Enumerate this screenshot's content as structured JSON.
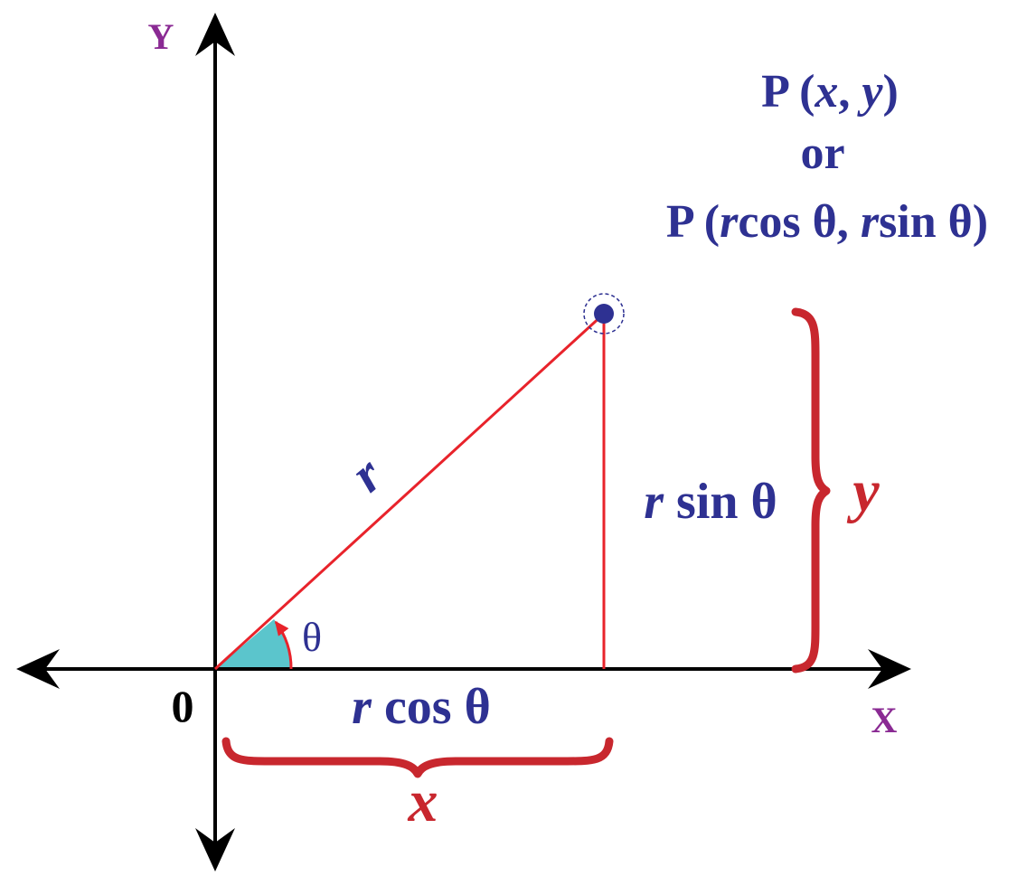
{
  "colors": {
    "axis": "#000000",
    "line": "#e8232b",
    "brace": "#c8272e",
    "navy": "#2e3192",
    "purple": "#8a2a93",
    "angle_fill": "#5bc5cc"
  },
  "labels": {
    "y_axis": "Y",
    "x_axis": "X",
    "origin": "0",
    "radius": "r",
    "theta": "θ",
    "cos_r": "r",
    "cos_rest": " cos θ",
    "sin_r": "r",
    "sin_rest": " sin θ",
    "brace_x": "x",
    "brace_y": "y"
  },
  "point_label": {
    "line1_P": "P (",
    "line1_x": "x",
    "line1_comma": ", ",
    "line1_y": "y",
    "line1_close": ")",
    "line2": "or",
    "line3_P": "P (",
    "line3_r1": "r",
    "line3_cos": "cos θ, ",
    "line3_r2": "r",
    "line3_sin": "sin θ)"
  }
}
